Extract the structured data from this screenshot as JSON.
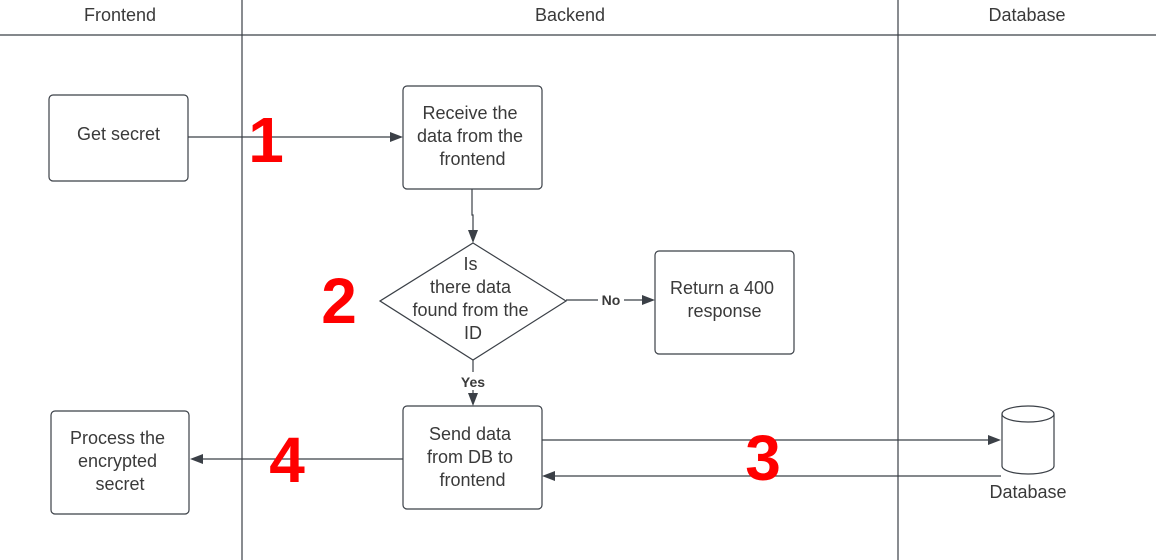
{
  "lanes": {
    "frontend": "Frontend",
    "backend": "Backend",
    "database": "Database"
  },
  "nodes": {
    "get_secret": [
      "Get secret"
    ],
    "receive": [
      "Receive the",
      "data from the",
      "frontend"
    ],
    "decision": [
      "Is",
      "there data",
      "found from the",
      "ID"
    ],
    "return400": [
      "Return a 400",
      "response"
    ],
    "send": [
      "Send data",
      "from DB to",
      "frontend"
    ],
    "process": [
      "Process the",
      "encrypted",
      "secret"
    ],
    "database": [
      "Database"
    ]
  },
  "edge_labels": {
    "no": "No",
    "yes": "Yes"
  },
  "steps": {
    "s1": "1",
    "s2": "2",
    "s3": "3",
    "s4": "4"
  },
  "colors": {
    "line": "#3b4047",
    "text": "#3a3a3a",
    "step": "#ff0000"
  }
}
